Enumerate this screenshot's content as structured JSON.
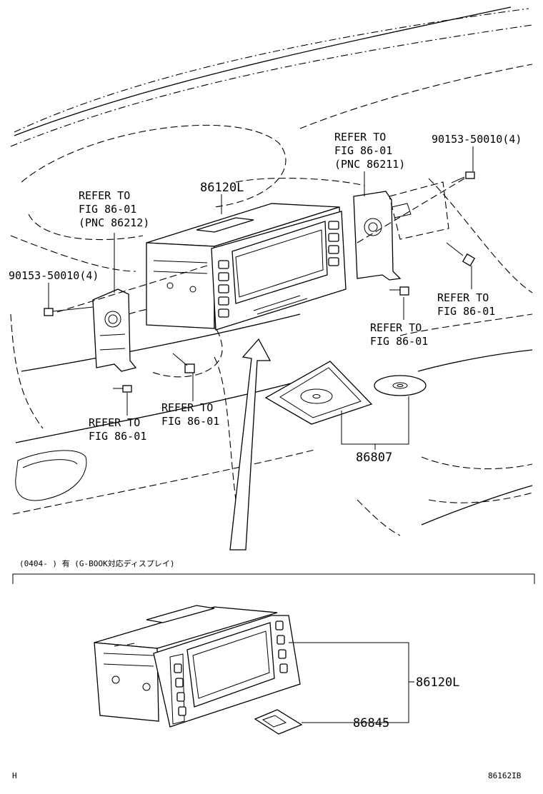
{
  "upper": {
    "refer_right_top": [
      "REFER TO",
      "FIG 86-01",
      "(PNC 86211)"
    ],
    "bolt_right": "90153-50010(4)",
    "main_part": "86120L",
    "refer_left_top": [
      "REFER TO",
      "FIG 86-01",
      "(PNC 86212)"
    ],
    "bolt_left": "90153-50010(4)",
    "refer_right_mid": [
      "REFER TO",
      "FIG 86-01"
    ],
    "refer_center_right": [
      "REFER TO",
      "FIG 86-01"
    ],
    "refer_center": [
      "REFER TO",
      "FIG 86-01"
    ],
    "refer_left_bottom": [
      "REFER TO",
      "FIG 86-01"
    ],
    "disc_part": "86807"
  },
  "lower": {
    "applicability": "(0404-     ) 有 (G-BOOK対応ディスプレイ)",
    "main_part": "86120L",
    "sub_part": "86845"
  },
  "footer": {
    "left": "H",
    "right": "86162IB"
  }
}
